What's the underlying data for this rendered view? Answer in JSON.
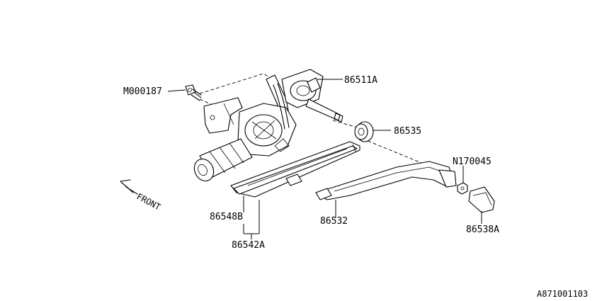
{
  "diagram_id": "A871001103",
  "front_label": "FRONT",
  "parts": {
    "motor": "86511A",
    "bolt": "M000187",
    "cap": "86535",
    "arm": "86532",
    "nut": "N170045",
    "blade_rubber": "86548B",
    "blade_assy": "86542A",
    "arm_cover": "86538A"
  }
}
